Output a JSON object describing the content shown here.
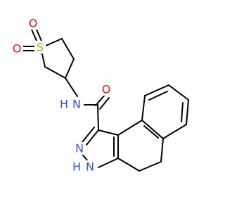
{
  "molecule": {
    "colors": {
      "bond": "#000000",
      "carbon": "#000000",
      "oxygen": "#ff0d0d",
      "nitrogen": "#3050f8",
      "sulfur": "#c8a000",
      "hydrogen": "#3050f8"
    },
    "atoms": {
      "sulfur": "S",
      "sulfone_oxygen_left": "O",
      "sulfone_oxygen_top": "O",
      "amide_oxygen": "O",
      "amide_nitrogen": "N",
      "amide_hydrogen": "H",
      "pyrazole_n2": "N",
      "pyrazole_n1": "N",
      "pyrazole_n1_hydrogen": "H"
    }
  }
}
